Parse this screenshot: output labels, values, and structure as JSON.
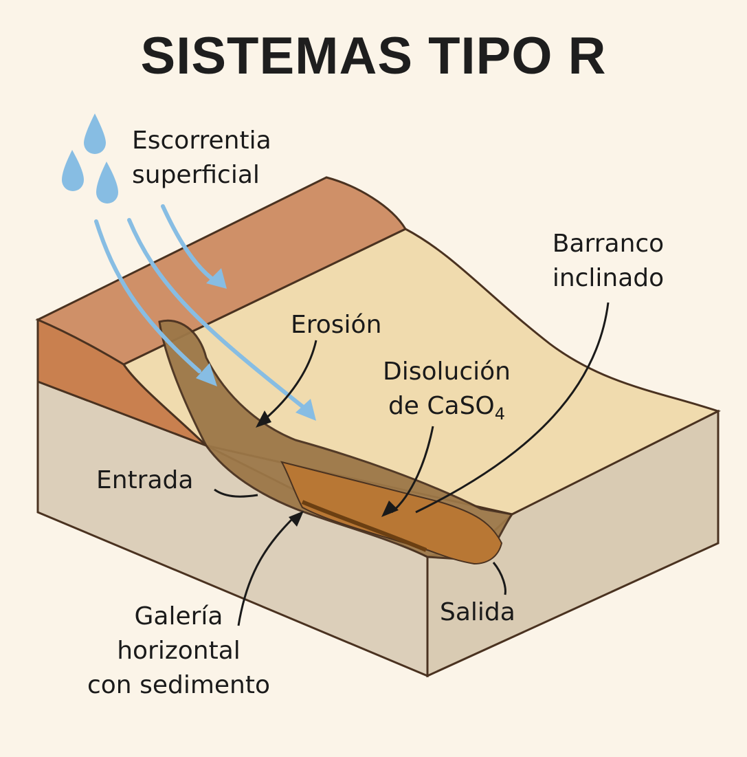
{
  "title": "SISTEMAS TIPO R",
  "labels": {
    "escorrentia": [
      "Escorrentia",
      "superficial"
    ],
    "barranco": [
      "Barranco",
      "inclinado"
    ],
    "erosion": "Erosión",
    "disolucion": {
      "line1": "Disolución",
      "line2": "de CaSO",
      "subscript": "4"
    },
    "entrada": "Entrada",
    "galeria": [
      "Galería",
      "horizontal",
      "con sedimento"
    ],
    "salida": "Salida"
  },
  "colors": {
    "background": "#fbf4e8",
    "top_layer": "#cf9068",
    "middle_layer": "#f0dbae",
    "bedrock": "#dccfba",
    "channel": "#9c7748",
    "gallery": "#b87734",
    "water": "#87bde3",
    "outline": "#4a3220"
  }
}
